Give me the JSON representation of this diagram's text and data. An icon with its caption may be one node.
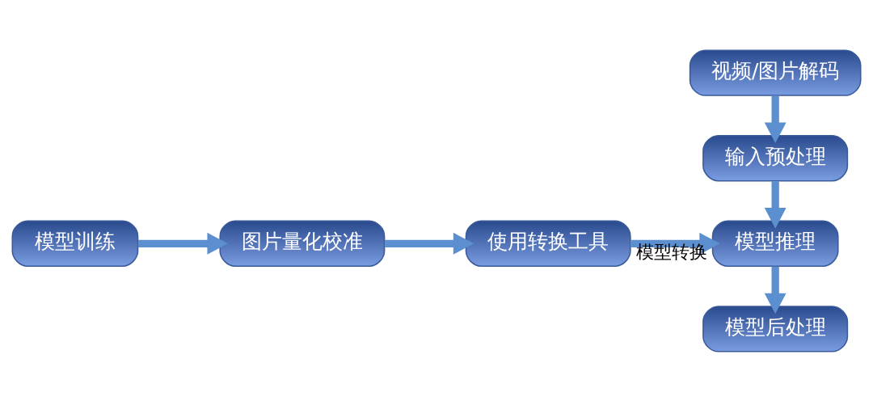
{
  "diagram": {
    "nodes": [
      {
        "text": [
          "视频/图片解码"
        ]
      },
      {
        "text": [
          "输入预处理"
        ]
      },
      {
        "text": [
          "模型推理"
        ]
      },
      {
        "text": [
          "模型后处理"
        ]
      },
      {
        "text": [
          "使用转换工具"
        ]
      },
      {
        "text": [
          "图片量化校准"
        ]
      },
      {
        "text": [
          "模型训练"
        ]
      }
    ],
    "edges": [
      {
        "from": 0,
        "to": 1,
        "arrow": "to"
      },
      {
        "from": 1,
        "to": 2,
        "arrow": "to"
      },
      {
        "from": 2,
        "to": 3,
        "arrow": "to"
      },
      {
        "from": 6,
        "to": 5,
        "arrow": "to"
      },
      {
        "from": 5,
        "to": 4,
        "arrow": "to"
      },
      {
        "from": 4,
        "to": 2,
        "arrow": "to",
        "label": "模型转换"
      }
    ]
  }
}
